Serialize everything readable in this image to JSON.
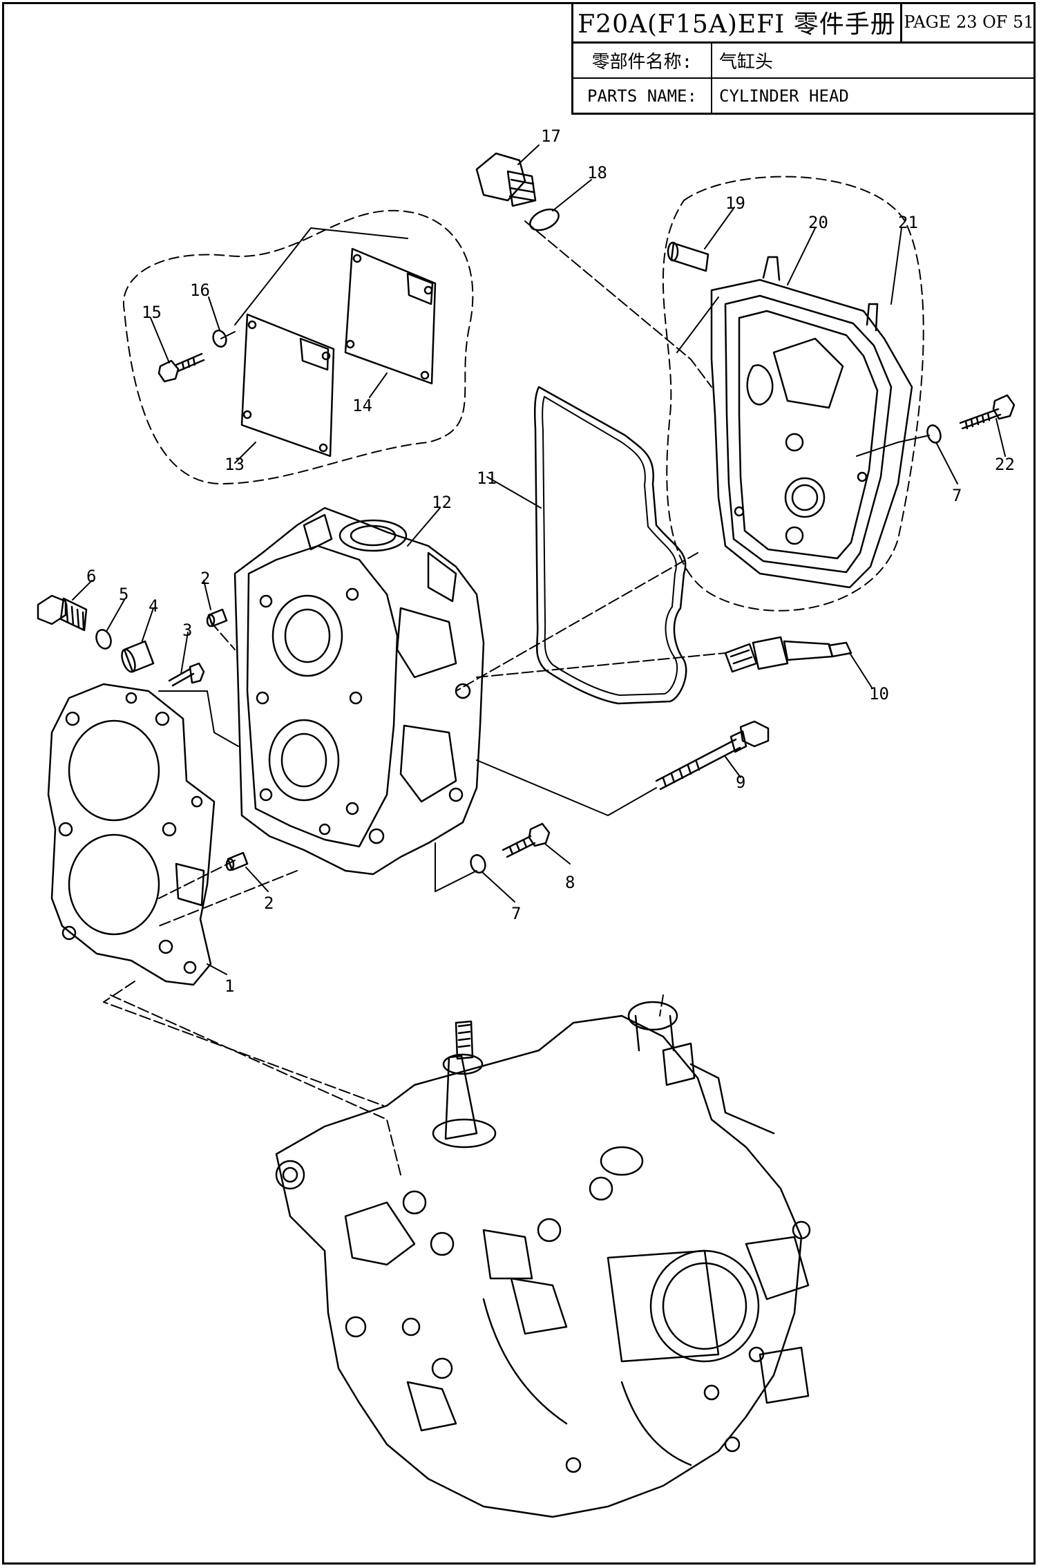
{
  "titleblock": {
    "title": "F20A(F15A)EFI 零件手册",
    "page": "PAGE 23 OF 51",
    "cn_label": "零部件名称:",
    "cn_value": "气缸头",
    "en_label": "PARTS NAME:",
    "en_value": "CYLINDER HEAD"
  },
  "callouts": {
    "c1": "1",
    "c2a": "2",
    "c2b": "2",
    "c3": "3",
    "c4": "4",
    "c5": "5",
    "c6": "6",
    "c7a": "7",
    "c7b": "7",
    "c8": "8",
    "c9": "9",
    "c10": "10",
    "c11": "11",
    "c12": "12",
    "c13": "13",
    "c14": "14",
    "c15": "15",
    "c16": "16",
    "c17": "17",
    "c18": "18",
    "c19": "19",
    "c20": "20",
    "c21": "21",
    "c22": "22"
  }
}
